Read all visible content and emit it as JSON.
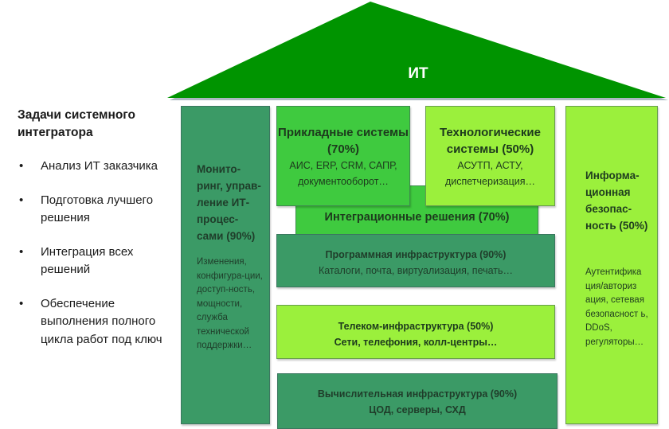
{
  "roof": {
    "label": "ИТ",
    "color": "#009400"
  },
  "left_panel": {
    "title": "Задачи системного интегратора",
    "items": [
      {
        "label": "Анализ ИТ заказчика"
      },
      {
        "label": "Подготовка лучшего решения"
      },
      {
        "label": "Интеграция всех решений"
      },
      {
        "label": "Обеспечение выполнения полного цикла работ под ключ"
      }
    ]
  },
  "pillars": {
    "left": {
      "title": "Монито-ринг, управ-ление ИТ-процес-сами (90%)",
      "description": "Изменения, конфигура-ции, доступ-ность, мощности, служба технической поддержки…",
      "color": "#3b9a66"
    },
    "right": {
      "title": "Информа-ционная безопас-ность (50%)",
      "description": "Аутентифика ция/авториз ация, сетевая безопасност ь, DDoS, регуляторы…",
      "color": "#9bf03c"
    }
  },
  "layers": {
    "applied": {
      "title": "Прикладные системы (70%)",
      "description": "АИС, ERP, CRM, САПР, документооборот…",
      "color": "#3fca3f"
    },
    "tech": {
      "title": "Технологические системы (50%)",
      "description": "АСУТП, АСТУ, диспетчеризация…",
      "color": "#9bf03c"
    },
    "integration": {
      "title": "Интеграционные решения (70%)",
      "color": "#3fca3f"
    },
    "software": {
      "title": "Программная инфраструктура (90%)",
      "description": "Каталоги, почта, виртуализация, печать…",
      "color": "#3b9a66"
    },
    "telecom": {
      "title": "Телеком-инфраструктура (50%)",
      "description": "Сети, телефония, колл-центры…",
      "color": "#9bf03c"
    },
    "compute": {
      "title": "Вычислительная инфраструктура (90%)",
      "description": "ЦОД, серверы, СХД",
      "color": "#3b9a66"
    }
  }
}
